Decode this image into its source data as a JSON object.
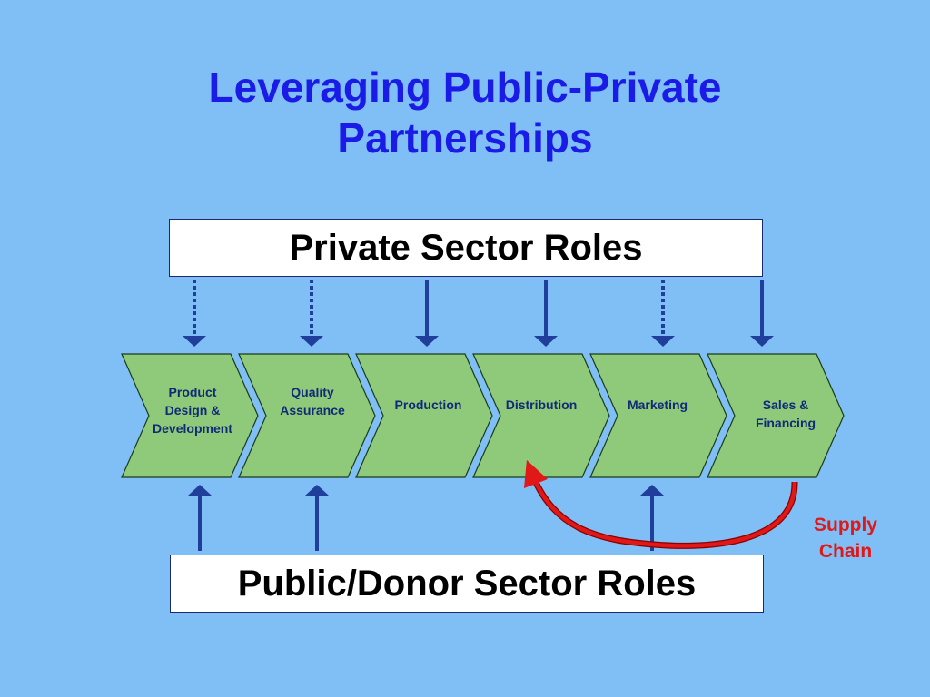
{
  "title": {
    "line1": "Leveraging Public-Private",
    "line2": "Partnerships"
  },
  "private_box": "Private Sector Roles",
  "public_box": "Public/Donor Sector Roles",
  "chain": [
    {
      "label": "Product\nDesign &\nDevelopment",
      "private_link": "dotted",
      "public_link": true
    },
    {
      "label": "Quality\nAssurance",
      "private_link": "dotted",
      "public_link": true
    },
    {
      "label": "Production",
      "private_link": "solid",
      "public_link": false
    },
    {
      "label": "Distribution",
      "private_link": "solid",
      "public_link": false
    },
    {
      "label": "Marketing",
      "private_link": "dotted",
      "public_link": true
    },
    {
      "label": "Sales &\n  Financing",
      "private_link": "solid",
      "public_link": false
    }
  ],
  "supply_chain": "Supply\nChain",
  "colors": {
    "background": "#80bff5",
    "title": "#1b1be8",
    "chevron_fill": "#8fc97a",
    "chevron_stroke": "#1a3a1a",
    "arrow": "#1f3f9a",
    "supply_arrow": "#e01818"
  }
}
